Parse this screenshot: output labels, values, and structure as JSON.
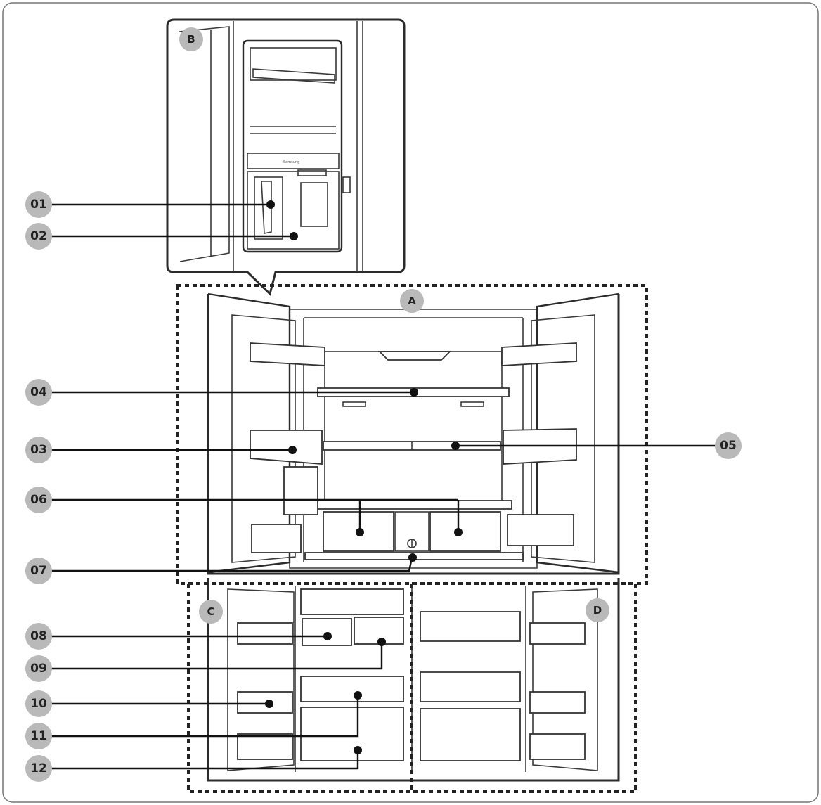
{
  "zones": [
    "A",
    "B",
    "C",
    "D"
  ],
  "callouts": [
    "01",
    "02",
    "03",
    "04",
    "05",
    "06",
    "07",
    "08",
    "09",
    "10",
    "11",
    "12"
  ]
}
